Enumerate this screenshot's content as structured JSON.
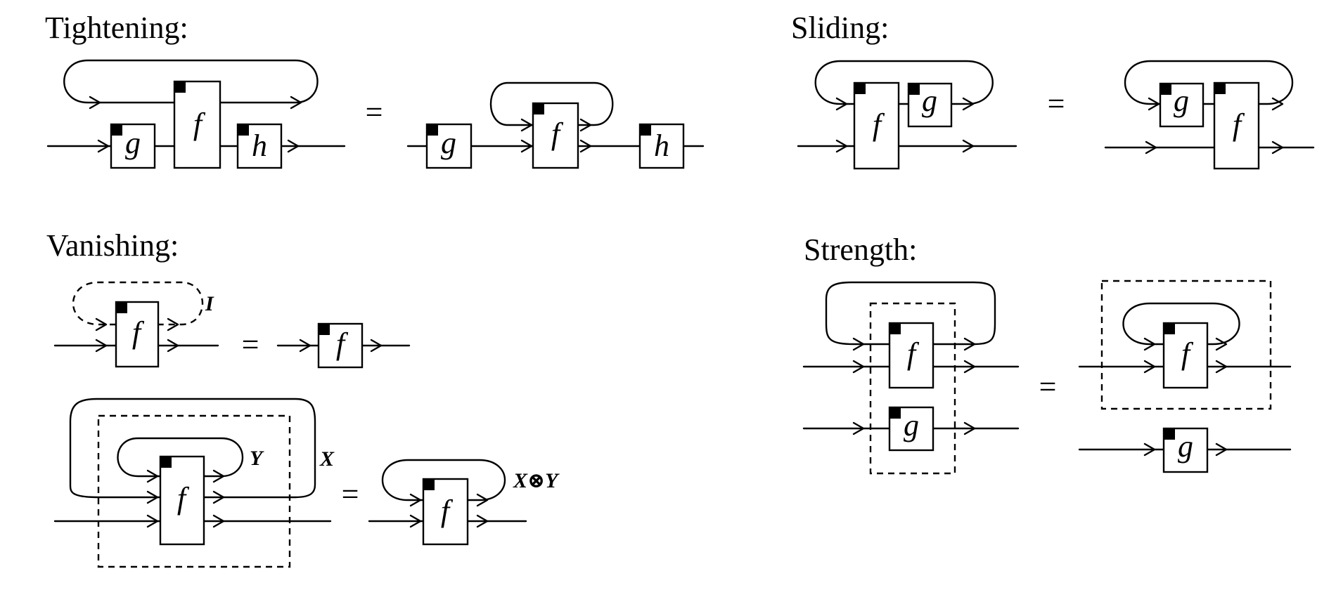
{
  "sections": {
    "tightening": {
      "title": "Tightening:"
    },
    "sliding": {
      "title": "Sliding:"
    },
    "vanishing": {
      "title": "Vanishing:"
    },
    "strength": {
      "title": "Strength:"
    }
  },
  "symbols": {
    "equals": "="
  },
  "boxes": {
    "f": "f",
    "g": "g",
    "h": "h"
  },
  "wire_labels": {
    "unit": "I",
    "x": "X",
    "y": "Y",
    "tensor": "X⊗Y"
  }
}
